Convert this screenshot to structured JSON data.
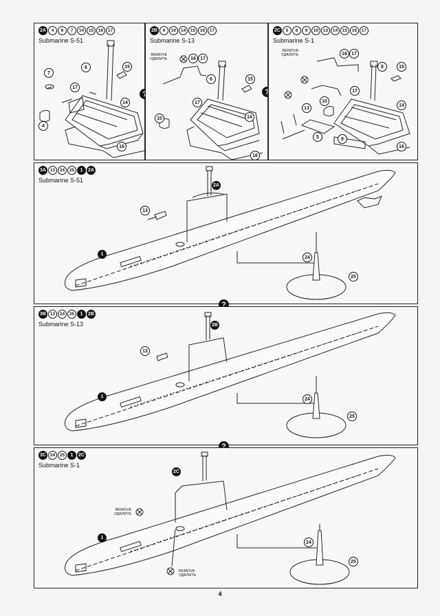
{
  "top_steps": [
    {
      "badge": "2A",
      "parts": [
        "4",
        "6",
        "7",
        "14",
        "15",
        "16",
        "17"
      ],
      "title": "Submarine S-51",
      "callouts": [
        "7",
        "6",
        "15",
        "17",
        "14",
        "4",
        "16"
      ]
    },
    {
      "badge": "2B",
      "parts": [
        "6",
        "10",
        "14",
        "15",
        "16",
        "17"
      ],
      "title": "Submarine S-13",
      "remove_en": "REMOVE",
      "remove_ru": "УДАЛИТЬ",
      "remove_parts": [
        "16",
        "17"
      ],
      "callouts": [
        "6",
        "15",
        "17",
        "14",
        "10",
        "16"
      ]
    },
    {
      "badge": "2C",
      "parts": [
        "5",
        "8",
        "9",
        "10",
        "13",
        "14",
        "15",
        "16",
        "17"
      ],
      "title": "Submarine S-1",
      "remove_en": "REMOVE",
      "remove_ru": "УДАЛИТЬ",
      "remove_parts": [
        "16",
        "17"
      ],
      "callouts": [
        "8",
        "15",
        "17",
        "10",
        "13",
        "14",
        "5",
        "9",
        "16"
      ]
    }
  ],
  "hull_steps": [
    {
      "badge": "3A",
      "parts": [
        "13",
        "24",
        "25"
      ],
      "filled": [
        "1",
        "2A"
      ],
      "title": "Submarine S-51",
      "callouts": [
        "2A",
        "13",
        "1",
        "24",
        "25"
      ]
    },
    {
      "badge": "3B",
      "parts": [
        "13",
        "24",
        "25"
      ],
      "filled": [
        "1",
        "2B"
      ],
      "title": "Submarine S-13",
      "callouts": [
        "2B",
        "13",
        "1",
        "24",
        "25"
      ]
    },
    {
      "badge": "3C",
      "parts": [
        "24",
        "25"
      ],
      "filled": [
        "1",
        "2C"
      ],
      "title": "Submarine S-1",
      "remove_en": "REMOVE",
      "remove_ru": "УДАЛИТЬ",
      "callouts": [
        "2C",
        "1",
        "24",
        "25"
      ]
    }
  ],
  "question_mark": "?",
  "page_number": "4"
}
